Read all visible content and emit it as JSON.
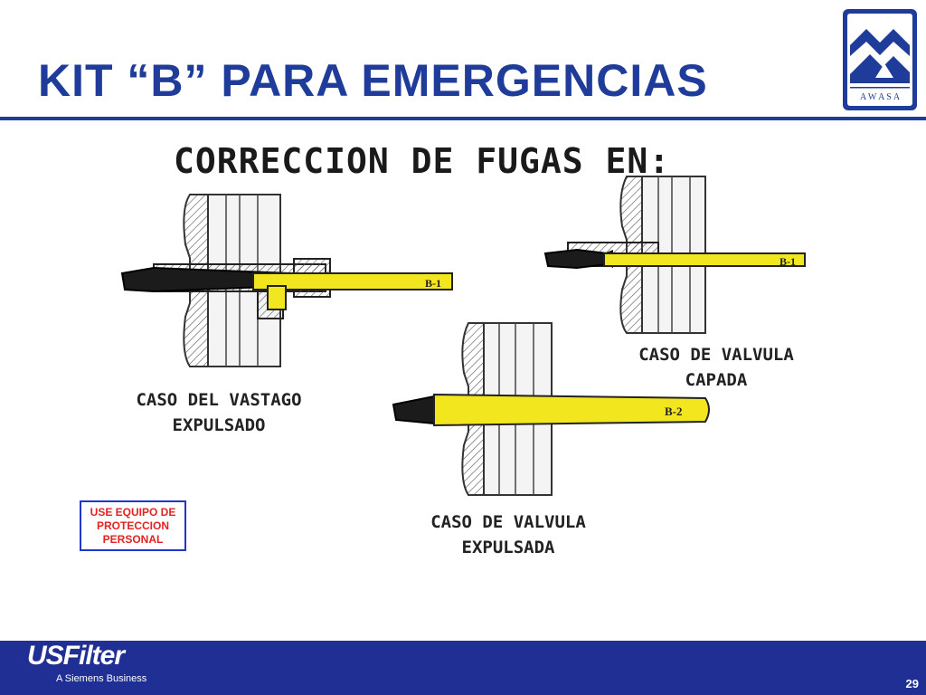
{
  "slide": {
    "title": "KIT “B” PARA EMERGENCIAS",
    "subtitle": "CORRECCION DE FUGAS EN:",
    "page_number": "29"
  },
  "logo": {
    "text": "A W A S A",
    "color": "#1f3c9a"
  },
  "cases": [
    {
      "label_line1": "CASO DEL VASTAGO",
      "label_line2": "EXPULSADO",
      "tool_label": "B-1"
    },
    {
      "label_line1": "CASO DE VALVULA",
      "label_line2": "CAPADA",
      "tool_label": "B-1"
    },
    {
      "label_line1": "CASO DE VALVULA",
      "label_line2": "EXPULSADA",
      "tool_label": "B-2"
    }
  ],
  "ppe_notice": {
    "line1": "USE EQUIPO DE",
    "line2": "PROTECCION",
    "line3": "PERSONAL",
    "text_color": "#e32222",
    "border_color": "#2236c8"
  },
  "footer": {
    "brand": "USFilter",
    "tagline": "A Siemens Business",
    "background": "#1f2f93"
  },
  "colors": {
    "title": "#1f3c9a",
    "tool_yellow": "#f2e61f"
  }
}
